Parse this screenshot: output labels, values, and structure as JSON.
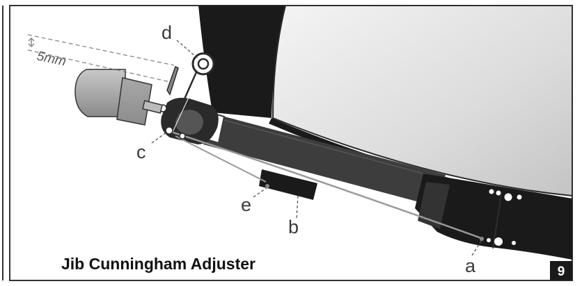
{
  "title": "Jib Cunningham Adjuster",
  "figure_number": "9",
  "dimension_label": "5mm",
  "callouts": {
    "a": "a",
    "b": "b",
    "c": "c",
    "d": "d",
    "e": "e"
  },
  "colors": {
    "hull_dark": "#1a1a1a",
    "sail_grey": "#cfcfcf",
    "boom": "#3d3d3d",
    "leader": "#555555",
    "frame": "#333333",
    "badge": "#1a1a1a"
  }
}
